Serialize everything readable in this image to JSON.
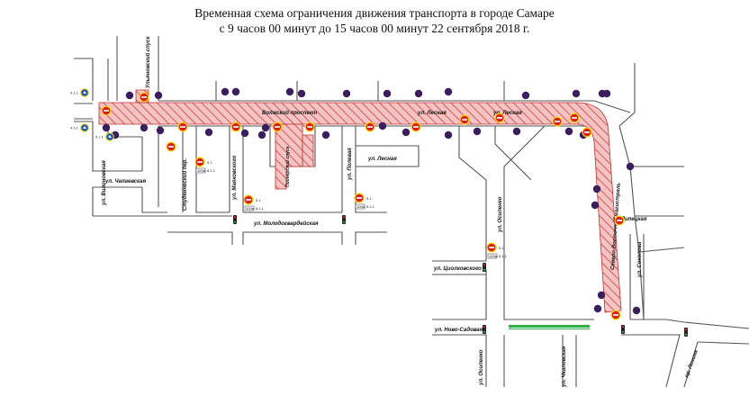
{
  "title": {
    "line1": "Временная схема ограничения движения транспорта в городе Самаре",
    "line2": "с 9 часов 00 минут до 15 часов 00 минут 22 сентября 2018 г."
  },
  "streets": {
    "volzhsky": "Волжский проспект",
    "ulyanovsky": "Ульяновский спуск",
    "vilonovskaya": "ул. Вилоновская",
    "chapaevskaya": "ул. Чапаевская",
    "studenchesky": "Студенческий пер.",
    "mayakovskogo": "ул. Маяковского",
    "molodogvardeyskaya": "ул. Молодогвардейская",
    "pionersky": "Пионерский спуск",
    "polevaya": "ул. Полевая",
    "lesnaya_a": "ул. Лесная",
    "lesnaya_b": "ул. Лесная",
    "lesnaya_c": "ул. Лесная",
    "osipenko_a": "ул. Осипенко",
    "osipenko_b": "ул. Осипенко",
    "tsiolkovskogo": "ул. Циолковского",
    "novo_sadovaya": "ул. Ново-Садовая",
    "chkalovskaya": "ул. Чкаловская",
    "severo_vostochnaya": "Северо-Восточная магистраль",
    "lipetskaya": "ул.Липецкая",
    "sokolova": "ул. Соколова",
    "lenina": "пр. Ленина"
  },
  "signs": {
    "code_51": "5.1",
    "code_811": "8.1.1",
    "code_dist": "100м",
    "code_411": "4.1.1"
  },
  "colors": {
    "closed_fill": "#f2c4c4",
    "closed_hatch": "#d93a3a",
    "no_entry": "#d62020",
    "stop_dot": "#3b1f5c",
    "sign_yellow": "#ffd400",
    "sign_blue": "#1e5bb8",
    "lights_green": "#2db04b"
  }
}
